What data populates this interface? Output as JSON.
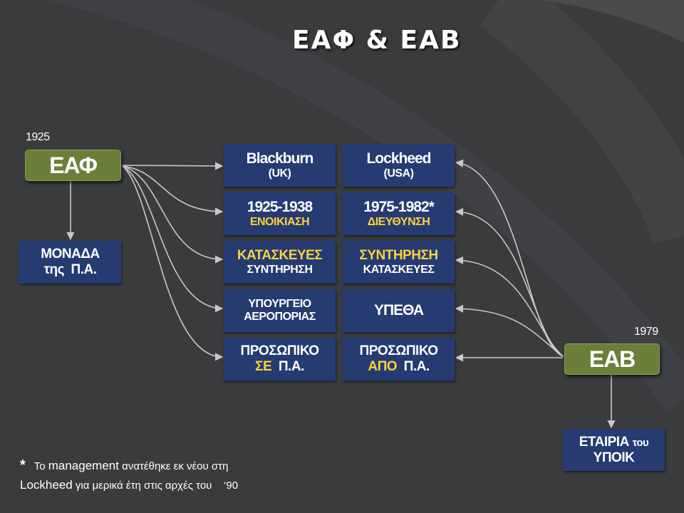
{
  "title": "ΕΑΦ & ΕΑΒ",
  "left": {
    "year": "1925",
    "org": "ΕΑΦ",
    "sub_line1": "ΜΟΝΑΔΑ",
    "sub_line2": "της  Π.Α."
  },
  "right": {
    "year": "1979",
    "org": "ΕΑΒ",
    "sub_line1": "ΕΤΑΙΡΙΑ",
    "sub_line1_small": "του",
    "sub_line2": "ΥΠΟΙΚ"
  },
  "grid": {
    "left_col": [
      {
        "l1": "Blackburn",
        "l2": "(UK)"
      },
      {
        "l1": "1925-1938",
        "l2": "ΕΝΟΙΚΙΑΣΗ"
      },
      {
        "l1": "ΚΑΤΑΣΚΕΥΕΣ",
        "l2": "ΣΥΝΤΗΡΗΣΗ"
      },
      {
        "l1": "ΥΠΟΥΡΓΕΙΟ",
        "l2": "ΑΕΡΟΠΟΡΙΑΣ"
      },
      {
        "l1": "ΠΡΟΣΩΠΙΚΟ",
        "l2a": "ΣΕ",
        "l2b": "Π.Α."
      }
    ],
    "right_col": [
      {
        "l1": "Lockheed",
        "l2": "(USA)"
      },
      {
        "l1": "1975-1982*",
        "l2": "ΔΙΕΥΘΥΝΣΗ"
      },
      {
        "l1": "ΣΥΝΤΗΡΗΣΗ",
        "l2": "ΚΑΤΑΣΚΕΥΕΣ"
      },
      {
        "l1": "ΥΠΕΘΑ"
      },
      {
        "l1": "ΠΡΟΣΩΠΙΚΟ",
        "l2a": "ΑΠΟ",
        "l2b": "Π.Α."
      }
    ]
  },
  "footnote": {
    "star": "*",
    "line1_a": "Το",
    "line1_b": "management",
    "line1_c": "ανατέθηκε εκ νέου στη",
    "line2_a": "Lockheed",
    "line2_b": "για μερικά έτη στις αρχές του",
    "line2_c": "‘90"
  },
  "colors": {
    "background": "#3a3b3d",
    "box_blue": "#253b72",
    "box_green": "#6b7f3a",
    "highlight_yellow": "#ffd13a",
    "arrow": "#c8c8c8"
  }
}
